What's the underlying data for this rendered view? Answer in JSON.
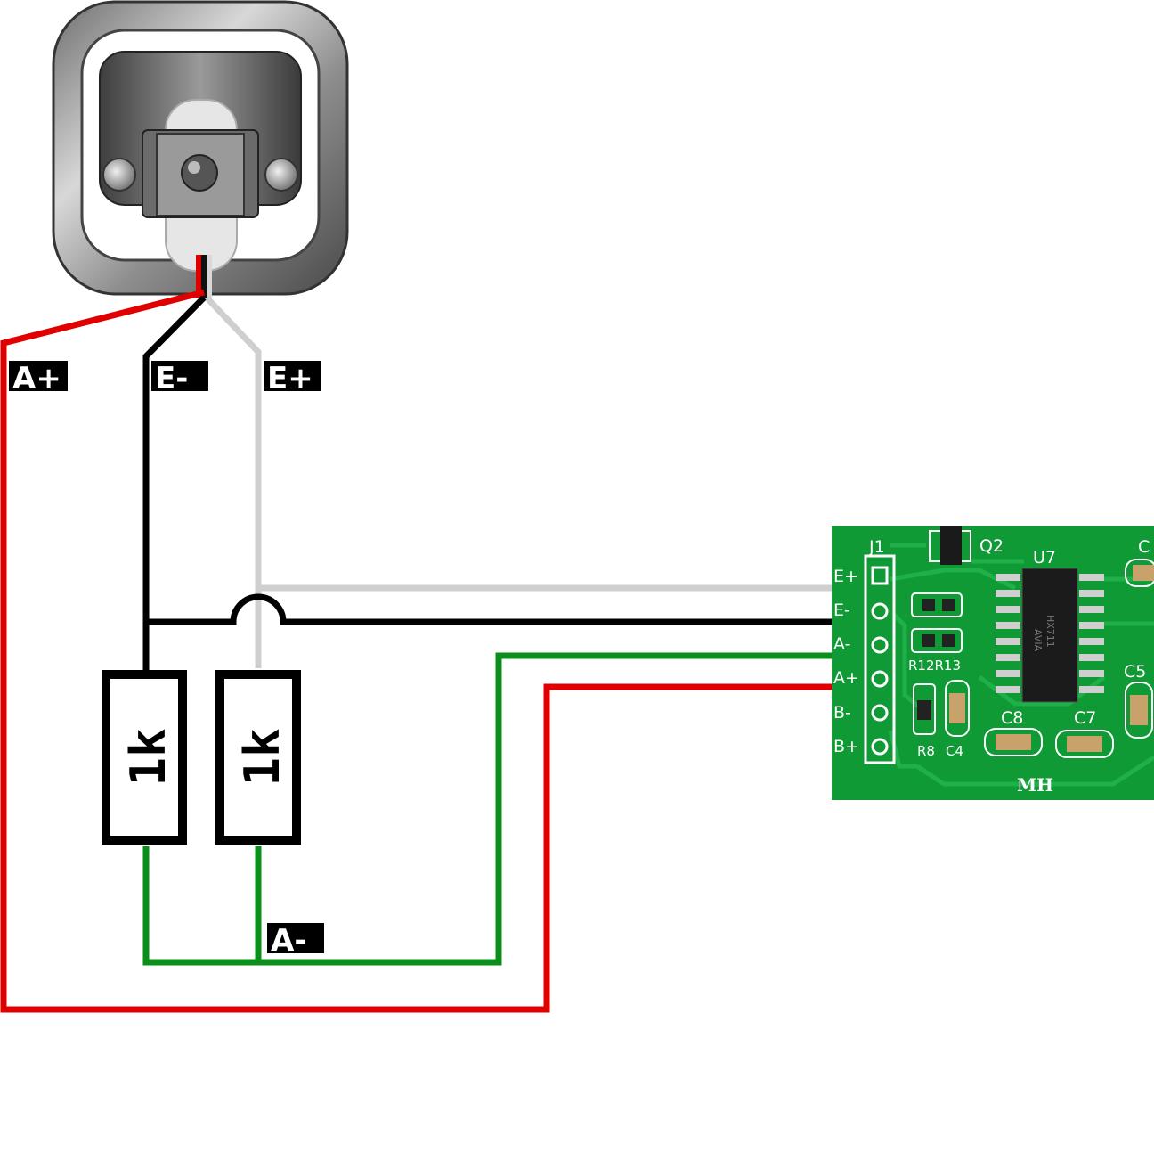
{
  "colors": {
    "red_wire": "#e00000",
    "black_wire": "#000000",
    "white_wire": "#cfcfcf",
    "green_wire": "#0a8f1a",
    "pcb_green": "#0f9a35",
    "pcb_trace": "#20b049",
    "label_bg": "#000000",
    "label_text": "#ffffff"
  },
  "wire_labels": {
    "a_plus": "A+",
    "e_minus": "E-",
    "e_plus": "E+",
    "a_minus": "A-"
  },
  "resistors": [
    {
      "value": "1k"
    },
    {
      "value": "1k"
    }
  ],
  "board": {
    "connector": "J1",
    "pins": [
      "E+",
      "E-",
      "A-",
      "A+",
      "B-",
      "B+"
    ],
    "components": {
      "transistor": "Q2",
      "ic": "U7",
      "ic_marking_1": "HX711",
      "ic_marking_2": "AVIA",
      "resistor_pair": "R12R13",
      "resistor_single": "R8",
      "cap_c4": "C4",
      "cap_c8": "C8",
      "cap_c7": "C7",
      "cap_c5": "C5",
      "cap_c": "C",
      "brand": "MH"
    }
  }
}
